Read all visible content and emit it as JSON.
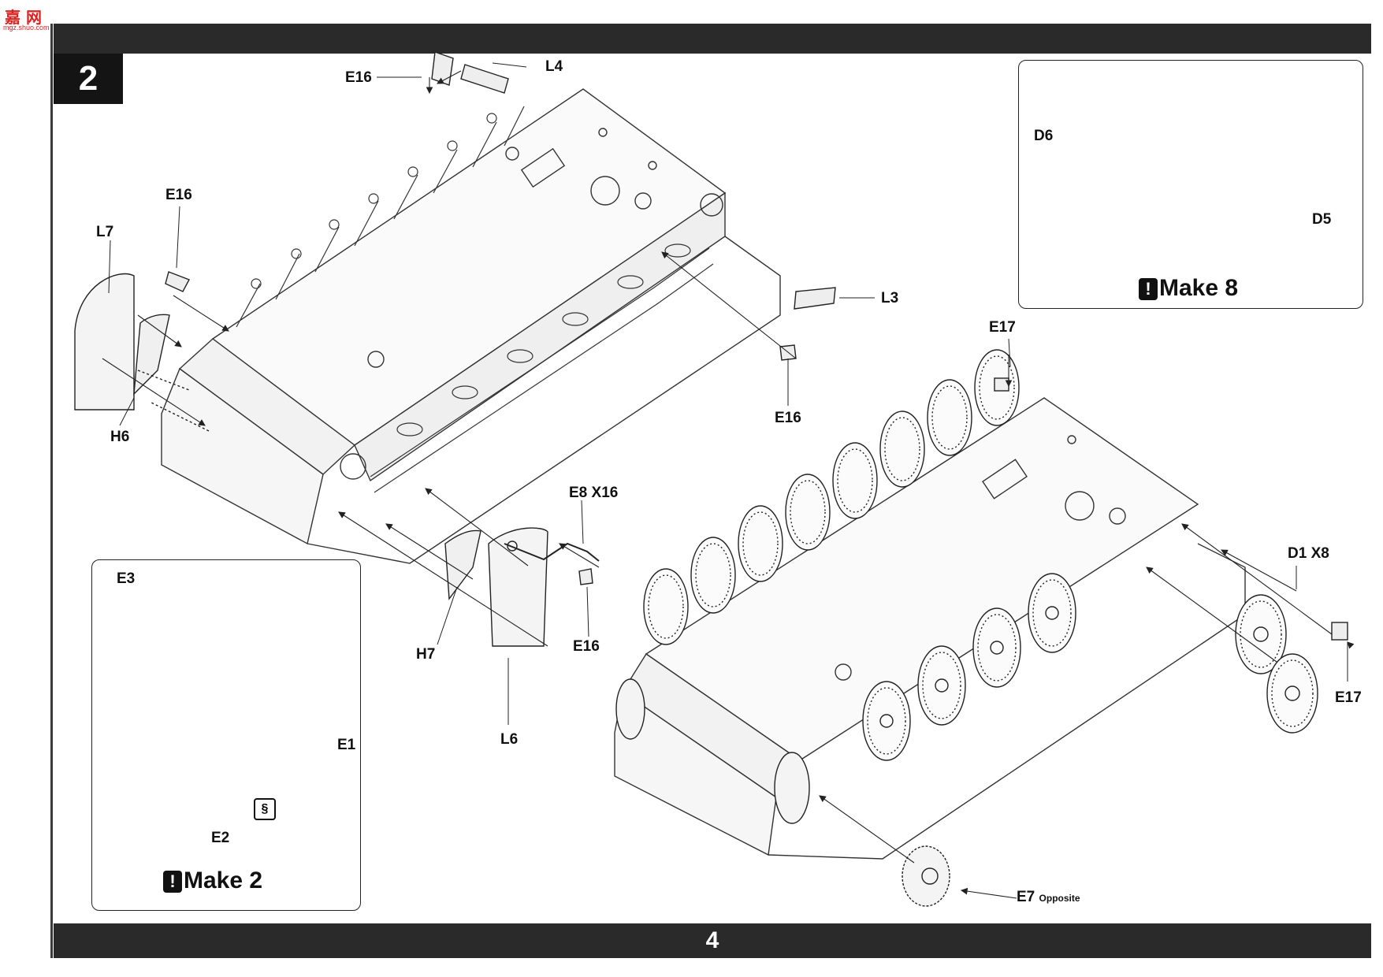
{
  "watermark": {
    "brand": "嘉 网",
    "url": "mgz.shuo.com"
  },
  "step": {
    "number": "2"
  },
  "page": {
    "number": "4"
  },
  "labels": {
    "l4": "L4",
    "e16_top": "E16",
    "e16_left": "E16",
    "l7": "L7",
    "h6": "H6",
    "l3": "L3",
    "e16_right": "E16",
    "e8": "E8 X16",
    "h7": "H7",
    "e16_bottom": "E16",
    "l6": "L6",
    "e17_top": "E17",
    "d1": "D1 X8",
    "e17_right": "E17",
    "e7": "E7",
    "e7_note": "Opposite"
  },
  "panels": {
    "make2": {
      "title": "Make 2",
      "labels": {
        "e3": "E3",
        "e1": "E1",
        "e2": "E2"
      }
    },
    "make8": {
      "title": "Make 8",
      "labels": {
        "d6": "D6",
        "d5": "D5"
      }
    }
  },
  "icons": {
    "warning": "exclamation-icon",
    "glue": "cement-icon"
  }
}
